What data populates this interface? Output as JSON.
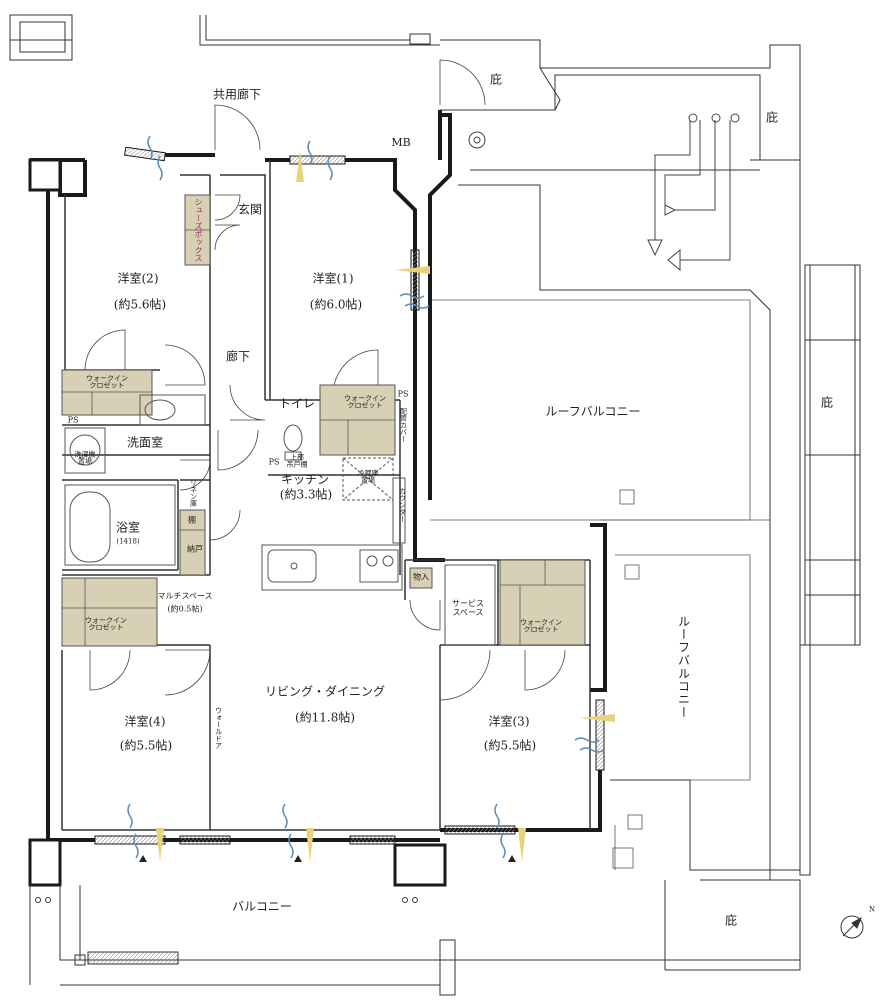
{
  "labels": {
    "common_corridor": "共用廊下",
    "eaves_top": "庇",
    "eaves_right_top": "庇",
    "eaves_right_mid": "庇",
    "eaves_bottom": "庇",
    "mb": "MB",
    "entrance": "玄関",
    "shoe_box": "シューズボックス",
    "room2": "洋室(2)",
    "room2_area": "(約5.6帖)",
    "room1": "洋室(1)",
    "room1_area": "(約6.0帖)",
    "corridor": "廊下",
    "wic_left_1": "ウォークイン",
    "wic_left_2": "クロゼット",
    "wic_mid_1": "ウォークイン",
    "wic_mid_2": "クロゼット",
    "ps_left": "PS",
    "ps_right": "PS",
    "ps_toilet": "PS",
    "toilet": "トイレ",
    "upper_shelf_1": "上部",
    "upper_shelf_2": "吊戸棚",
    "pipe_cover": "配管カバー",
    "washroom": "洗面室",
    "washer_1": "洗濯機",
    "washer_2": "置場",
    "fridge_1": "冷蔵庫",
    "fridge_2": "置場",
    "linen": "リネン庫",
    "shelf": "棚",
    "storage_door": "納戸",
    "bathroom": "浴室",
    "bath_size": "(1418)",
    "kitchen": "キッチン",
    "kitchen_area": "(約3.3帖)",
    "counter": "カウンター",
    "storage": "物入",
    "service_space_1": "サービス",
    "service_space_2": "スペース",
    "multi_space": "マルチスペース",
    "multi_space_area": "(約0.5帖)",
    "wic_bl_1": "ウォークイン",
    "wic_bl_2": "クロゼット",
    "wic_br_1": "ウォークイン",
    "wic_br_2": "クロゼット",
    "ldk": "リビング・ダイニング",
    "ldk_area": "(約11.8帖)",
    "wall_door": "ウォールドア",
    "room4": "洋室(4)",
    "room4_area": "(約5.5帖)",
    "room3": "洋室(3)",
    "room3_area": "(約5.5帖)",
    "roof_balcony_top": "ルーフバルコニー",
    "roof_balcony_right": "ルーフバルコニー",
    "balcony": "バルコニー",
    "north": "N"
  },
  "colors": {
    "wall": "#1a1a1a",
    "closet": "#d8d0b4",
    "airflow_blue": "#5b8db8",
    "light_yellow": "#e8d27a",
    "shoe_text": "#9b2c5a"
  }
}
